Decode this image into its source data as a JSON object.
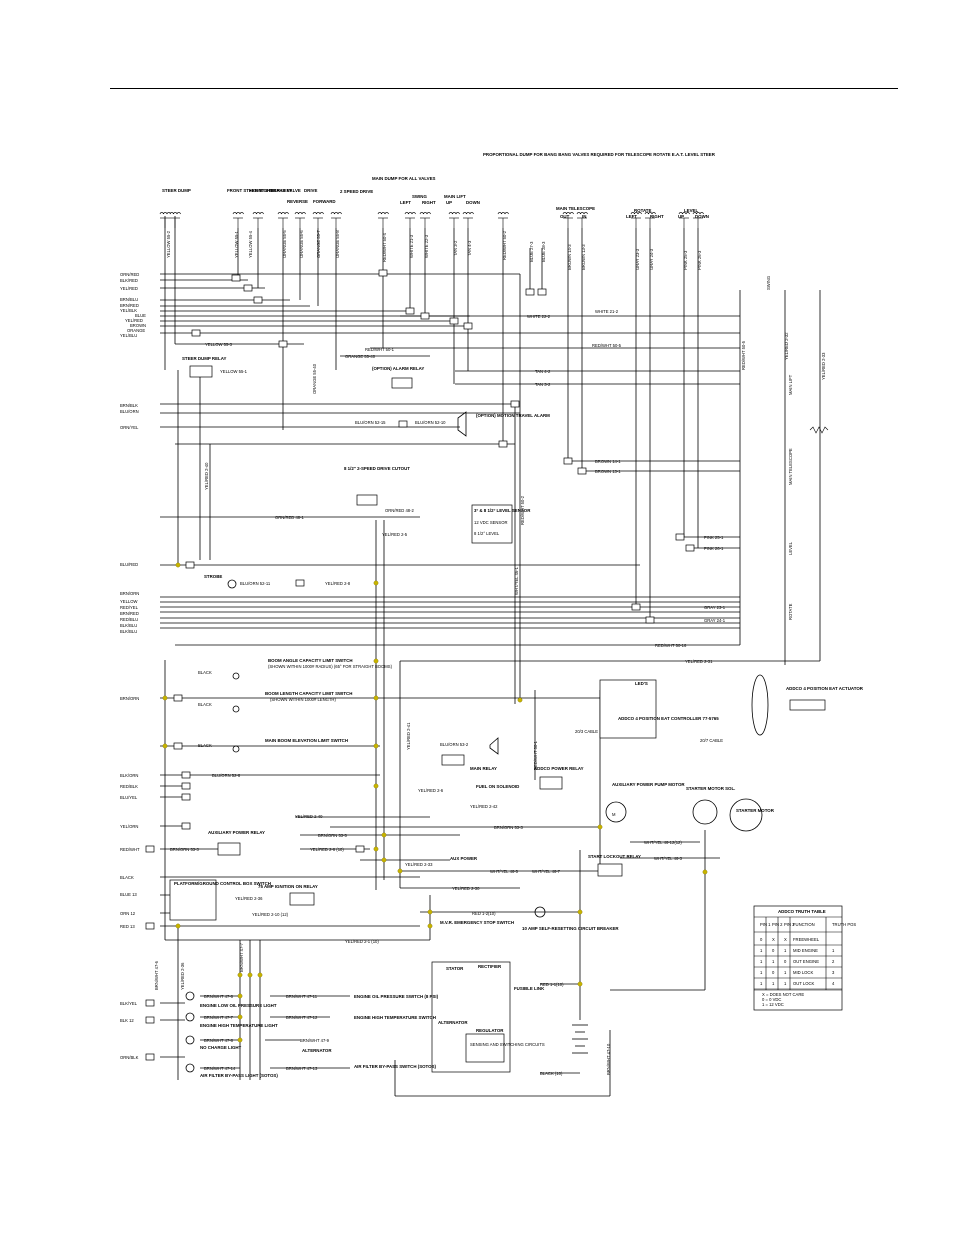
{
  "top_labels": {
    "steer_dump": "STEER DUMP",
    "front_steer_right": "FRONT STEER RIGHT",
    "front_steer_left": "FRONT STEER LEFT",
    "brake_valve": "BRAKE VALVE",
    "drive": "DRIVE",
    "reverse": "REVERSE",
    "forward": "FORWARD",
    "two_speed_drive": "2 SPEED DRIVE",
    "main_dump": "MAIN DUMP FOR ALL VALVES",
    "swing": "SWING",
    "swing_left": "LEFT",
    "swing_right": "RIGHT",
    "main_lift": "MAIN LIFT",
    "lift_up": "UP",
    "lift_down": "DOWN",
    "proportional": "PROPORTIONAL DUMP FOR BANG BANG VALVES REQUIRED FOR TELESCOPE ROTATE E.A.T. LEVEL STEER",
    "main_telescope": "MAIN TELESCOPE",
    "tele_out": "OUT",
    "tele_in": "IN",
    "rotate": "ROTATE",
    "rotate_left": "LEFT",
    "rotate_right": "RIGHT",
    "level": "LEVEL",
    "level_up": "UP",
    "level_down": "DOWN"
  },
  "wire_tags": {
    "yellow_55_2": "YELLOW 55-2",
    "yellow_55_1": "YELLOW 55-1",
    "yellow_55_3": "YELLOW 55-3",
    "yellow_55_4": "YELLOW 55-4",
    "orange_55_5": "ORANGE 55-5",
    "orange_55_6": "ORANGE 55-6",
    "orange_55_7": "ORANGE 55-7",
    "orange_55_8": "ORANGE 55-8",
    "orange_55_40": "ORANGE 55-40",
    "red_wht_50_4": "RED/WHT 50-4",
    "red_wht_50_1": "RED/WHT 50-1",
    "red_wht_50_5": "RED/WHT 50-5",
    "red_wht_50_2": "RED/WHT 50-2",
    "red_wht_50_16": "RED/WHT 50-16",
    "white_21_3": "WHITE 21-3",
    "white_22_3": "WHITE 22-3",
    "white_22_2": "WHITE 22-2",
    "white_21_2": "WHITE 21-2",
    "tan_4_3": "TAN 4-3",
    "tan_4_2": "TAN 4-2",
    "tan_3_2": "TAN 3-2",
    "blue_27_3": "BLUE 27-3",
    "blue_28_3": "BLUE 28-3",
    "brown_14_3": "BROWN 14-3",
    "brown_13_3": "BROWN 13-3",
    "brown_14_1": "BROWN 14-1",
    "brown_13_1": "BROWN 13-1",
    "gray_23_3": "GRAY 23-3",
    "gray_24_3": "GRAY 24-3",
    "gray_23_1": "GRAY 23-1",
    "gray_24_1": "GRAY 24-1",
    "pink_25_3": "PINK 25-3",
    "pink_26_3": "PINK 26-3",
    "pink_25_1": "PINK 25-1",
    "pink_26_1": "PINK 26-1",
    "blu_orn_52_15": "BLU/ORN 52-15",
    "blu_orn_52_10": "BLU/ORN 52-10",
    "blu_orn_52_11": "BLU/ORN 52-11",
    "blu_orn_52_8": "BLU/ORN 52-8",
    "blu_orn_53_2": "BLU/ORN 53-2",
    "orn_red_48_1": "ORN/RED 48-1",
    "orn_red_48_2": "ORN/RED 48-2",
    "yel_red_2_5": "YEL/RED 2-5",
    "yel_red_2_8": "YEL/RED 2-8",
    "yel_red_2_31": "YEL/RED 2-31",
    "yel_red_2_33": "YEL/RED 2-33",
    "yel_red_2_40": "YEL/RED 2-40",
    "yel_red_2_41": "YEL/RED 2-41",
    "yel_red_2_42": "YEL/RED 2-42",
    "yel_red_2_6": "YEL/RED 2-6",
    "yel_red_2_36": "YEL/RED 2-36",
    "yel_red_2_10": "YEL/RED 2-10 (12)",
    "yel_red_2_1": "YEL/RED 2-1 (10)",
    "yel_red_2_32": "YEL/RED 2-32",
    "yel_red_2_30": "YEL/RED 2-30",
    "yel_red_2_6_10": "YEL/RED 2-6 (10)",
    "brn_orn_53_3": "BRN/ORN 53-3",
    "brn_orn_53_5": "BRN/ORN 53-5",
    "wht_yel_46_5": "WHT/YEL 46-5",
    "wht_yel_46_7": "WHT/YEL 46-7",
    "wht_yel_46_3": "WHT/YEL 46-3",
    "wht_yel_46_12": "WHT/YEL 46-12(12)",
    "wht_yel_46_1": "WHT/YEL 46-1",
    "red_1_2": "RED 1-2(10)",
    "red_1_1": "RED 1-1(10)",
    "brn_wht_47_6": "BRN/WHT 47-6",
    "brn_wht_47_7": "BRN/WHT 47-7",
    "brn_wht_47_8": "BRN/WHT 47-8",
    "brn_wht_47_14": "BRN/WHT 47-14",
    "brn_wht_47_11": "BRN/WHT 47-11",
    "brn_wht_47_12": "BRN/WHT 47-12",
    "brn_wht_47_9": "BRN/WHT 47-9",
    "brn_wht_47_13": "BRN/WHT 47-13",
    "brn_wht_47_10": "BRN/WHT 47-10",
    "black_10": "BLACK (10)",
    "black": "BLACK"
  },
  "left_wires": {
    "orn_red": "ORN/RED",
    "blk_red": "BLK/RED",
    "yel_red": "YEL/RED",
    "brn_blu": "BRN/BLU",
    "brn_red": "BRN/RED",
    "yel_blk": "YEL/BLK",
    "blue": "BLUE",
    "yel_red2": "YEL/RED",
    "brown": "BROWN",
    "orange": "ORANGE",
    "yel_blu": "YEL/BLU",
    "brn_blk": "BRN/BLK",
    "blu_orn": "BLU/ORN",
    "orn_yel": "ORN/YEL",
    "blu_red": "BLU/RED",
    "brn_orn": "BRN/ORN",
    "yellow": "YELLOW",
    "red_yel": "RED/YEL",
    "red_blu": "RED/BLU",
    "blk_blu": "BLK/BLU",
    "brn_orn2": "BRN/ORN",
    "blk_orn": "BLK/ORN",
    "red_blk": "RED/BLK",
    "blu_yel": "BLU/YEL",
    "yel_orn": "YEL/ORN",
    "red_wht": "RED/WHT",
    "black": "BLACK",
    "blue_13": "BLUE 13",
    "orn_12": "ORN 12",
    "red_13": "RED 13",
    "blk_yel": "BLK/YEL",
    "blk_12": "BLK 12",
    "orn_blk": "ORN/BLK"
  },
  "components": {
    "steer_dump_relay": "STEER DUMP RELAY",
    "option_alarm_relay": "(OPTION) ALARM RELAY",
    "option_motion_alarm": "(OPTION) MOTION TRAVEL ALARM",
    "drive_cutout": "8 1/2\" 2-SPEED DRIVE CUTOUT",
    "level_sensor": "3° & 8 1/2° LEVEL SENSOR",
    "level_sensor_sub": "12 VDC SENSOR",
    "level_sensor_sub2": "8 1/2° LEVEL",
    "strobe": "STROBE",
    "boom_angle_switch": "BOOM ANGLE CAPACITY LIMIT SWITCH",
    "boom_angle_sub": "(SHOWN WITHIN 1000# RADIUS) (65° FOR STRAIGHT BOOMS)",
    "boom_length_switch": "BOOM LENGTH CAPACITY LIMIT SWITCH",
    "boom_length_sub": "(SHOWN WITHIN 1000# LENGTH)",
    "main_boom_switch": "MAIN BOOM ELEVATION LIMIT SWITCH",
    "main_relay": "MAIN RELAY",
    "fuel_solenoid": "FUEL ON SOLENOID",
    "addco_leds": "LED'S",
    "addco_controller": "ADDCO 4 POSITION EAT CONTROLLER 77-5765",
    "addco_cable": "20/3 CABLE",
    "addco_actuator": "ADDCO 4 POSITION EAT ACTUATOR",
    "addco_cable_right": "20/7 CABLE",
    "addco_power_relay": "ADDCO POWER RELAY",
    "aux_pump_motor": "AUXILIARY POWER PUMP MOTOR",
    "starter_motor_sol": "STARTER MOTOR SOL.",
    "starter_motor": "STARTER MOTOR",
    "aux_power_relay": "AUXILIARY POWER RELAY",
    "aux_power": "AUX POWER",
    "platform_ground": "PLATFORM/GROUND CONTROL BOX SWITCH",
    "ignition_relay": "75 AMP IGNITION ON RELAY",
    "start_lockout": "START LOCKOUT RELAY",
    "emergency_stop": "M.V.R. EMERGENCY STOP SWITCH",
    "circuit_breaker": "10 AMP SELF-RESETTING CIRCUIT BREAKER",
    "fusible_link": "FUSIBLE LINK",
    "stator": "STATOR",
    "rectifier": "RECTIFIER",
    "alternator": "ALTERNATOR",
    "regulator": "REGULATOR",
    "sensing": "SENSING AND SWITCHING CIRCUITS",
    "engine_oil": "ENGINE LOW OIL PRESSURE LIGHT",
    "engine_temp": "ENGINE HIGH TEMPERATURE LIGHT",
    "no_charge": "NO CHARGE LIGHT",
    "air_filter": "AIR FILTER BY-PASS LIGHT (SOTOS)",
    "oil_pressure_switch": "ENGINE OIL PRESSURE SWITCH (8 PSI)",
    "temp_switch": "ENGINE HIGH TEMPERATURE SWITCH",
    "air_filter_switch": "AIR FILTER BY-PASS SWITCH (SOTOS)",
    "alternator_label": "ALTERNATOR"
  },
  "right_side": {
    "swing": "SWING",
    "main_lift": "MAIN LIFT",
    "main_telescope": "MAIN TELESCOPE",
    "level": "LEVEL",
    "rotate": "ROTATE"
  },
  "truth_table": {
    "title": "ADDCO TRUTH TABLE",
    "headers": [
      "PIN 1",
      "PIN 2",
      "PIN 3",
      "FUNCTION",
      "TRUTH POS"
    ],
    "rows": [
      [
        "0",
        "X",
        "X",
        "FREEWHEEL",
        ""
      ],
      [
        "1",
        "0",
        "1",
        "MID ENGINE",
        "1"
      ],
      [
        "1",
        "1",
        "0",
        "OUT ENGINE",
        "2"
      ],
      [
        "1",
        "0",
        "1",
        "MID LOCK",
        "3"
      ],
      [
        "1",
        "1",
        "1",
        "OUT LOCK",
        "4"
      ]
    ],
    "legend": [
      "X = DOES NOT CARE",
      "0 = 0 VDC",
      "1 = 12 VDC"
    ]
  }
}
